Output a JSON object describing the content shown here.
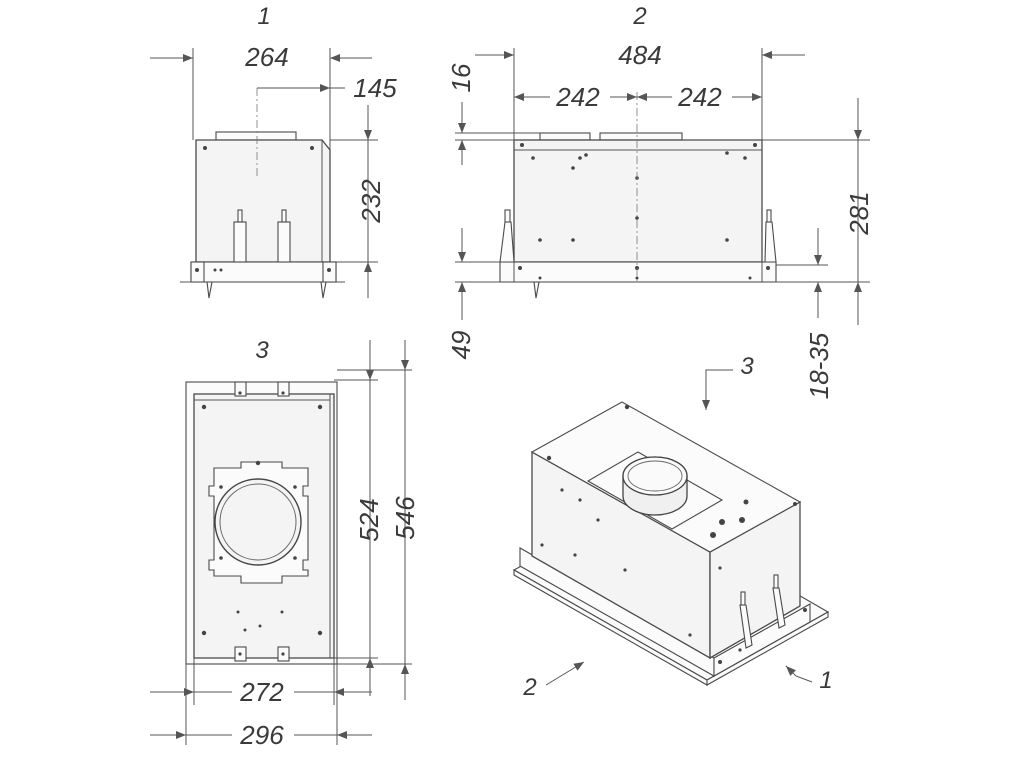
{
  "views": {
    "front": {
      "label": "1",
      "width": "264",
      "offset": "145",
      "height": "232"
    },
    "side": {
      "label": "2",
      "width": "484",
      "half_left": "242",
      "half_right": "242",
      "top_gap": "16",
      "bottom_gap": "49",
      "total_height": "281",
      "flange": "18-35"
    },
    "top": {
      "label": "3",
      "inner_height": "524",
      "outer_height": "546",
      "inner_width": "272",
      "outer_width": "296"
    },
    "iso": {
      "label_1": "1",
      "label_2": "2",
      "label_3": "3"
    }
  }
}
